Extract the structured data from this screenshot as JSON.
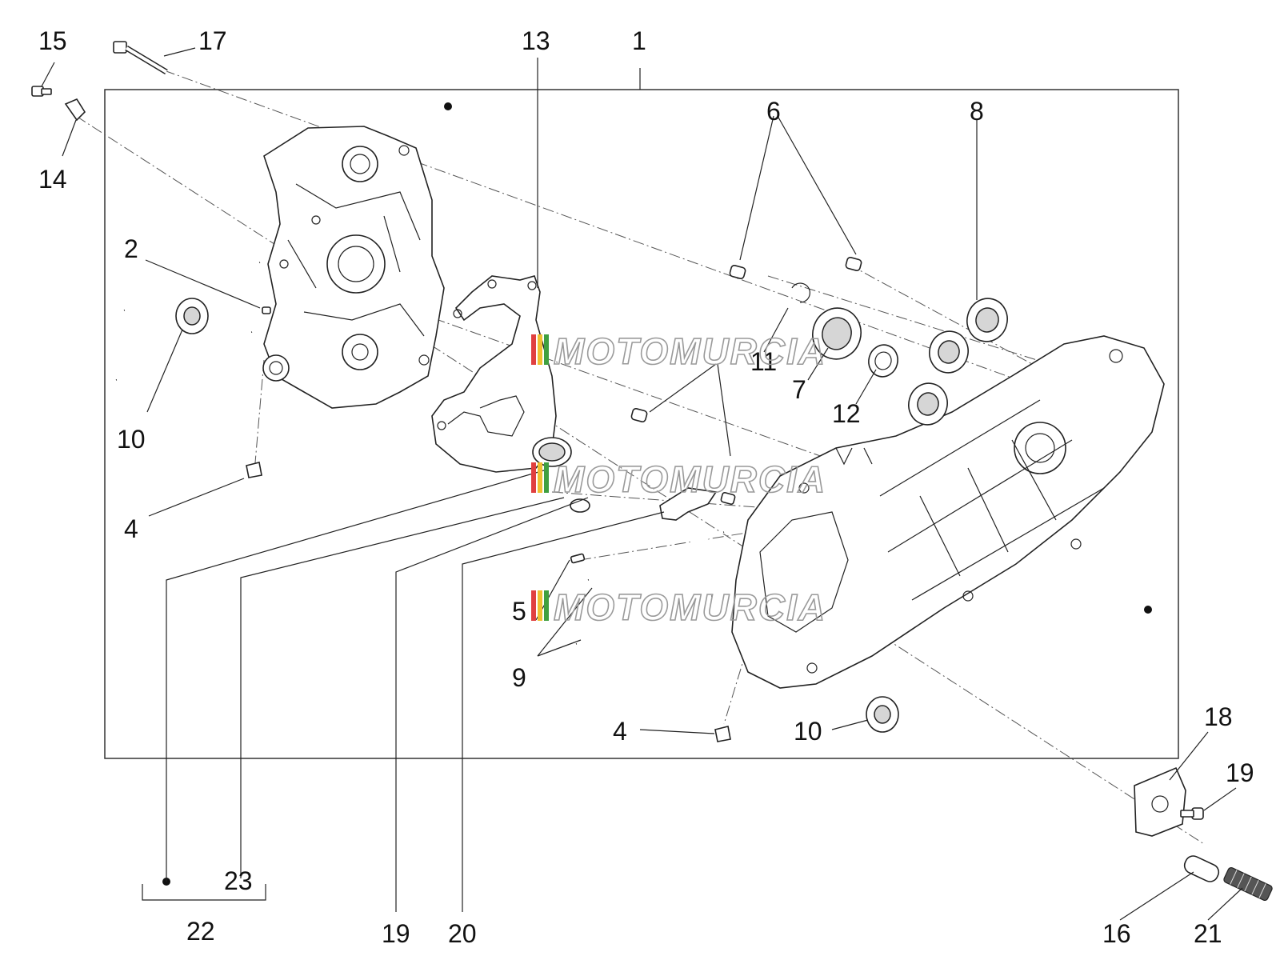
{
  "diagram": {
    "callouts": {
      "c1": "1",
      "c2": "2",
      "c4a": "4",
      "c4b": "4",
      "c5": "5",
      "c6": "6",
      "c7": "7",
      "c8": "8",
      "c9": "9",
      "c10a": "10",
      "c10b": "10",
      "c11": "11",
      "c12": "12",
      "c13": "13",
      "c14": "14",
      "c15": "15",
      "c16": "16",
      "c17": "17",
      "c18": "18",
      "c19a": "19",
      "c19b": "19",
      "c20": "20",
      "c21": "21",
      "c22": "22",
      "c23": "23"
    },
    "watermark": "MOTOMURCIA"
  },
  "colors": {
    "line": "#222222",
    "watermark": "#9a9a9a",
    "logo_red": "#e04040",
    "logo_yellow": "#f0c030",
    "logo_green": "#40a040"
  }
}
